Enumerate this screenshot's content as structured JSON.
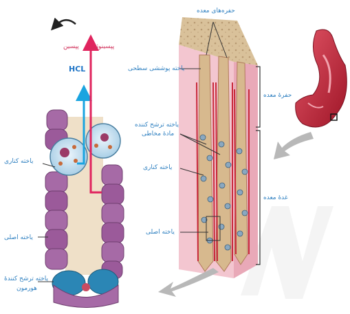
{
  "labels": {
    "pepsinogen": "پپسینوژن",
    "pepsin": "پپسین",
    "hcl": "HCL",
    "parietal_left": "یاخته کناری",
    "chief_left": "یاخته اصلی",
    "hormone_cell_line1": "یاخته ترشح کنندهٔ",
    "hormone_cell_line2": "هورمون",
    "gastric_pits": "حفره‌های معده",
    "surface_mucous": "یاخته پوششی سطحی",
    "mucus_secreting_line1": "یاخته ترشح کننده",
    "mucus_secreting_line2": "مادهٔ مخاطی",
    "parietal_mid": "یاخته کناری",
    "chief_mid": "یاخته اصلی",
    "gastric_pit_right": "حفرهٔ معده",
    "gastric_gland": "غدهٔ معده"
  },
  "colors": {
    "hcl_arrow": "#1aa4e0",
    "pepsin_arrow": "#e0245e",
    "label_blue": "#2d7fc0",
    "label_red": "#d0305a",
    "tissue_pink": "#f3c6d0",
    "tissue_tan": "#d9c19a",
    "gland_purple": "#9b5a9a",
    "stomach_red": "#c8283a",
    "gray_arrow": "#b8b8b8",
    "watermark": "#e6e6e6"
  }
}
